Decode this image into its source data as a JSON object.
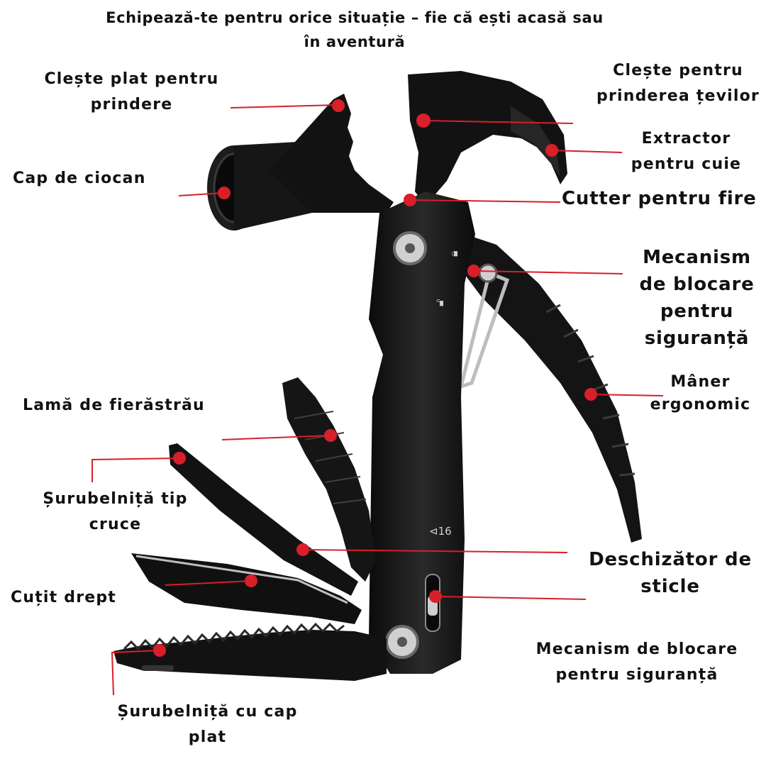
{
  "headline": {
    "line1": "Echipează-te pentru orice situație – fie că ești acasă sau",
    "line2": "în aventură"
  },
  "labels": {
    "flat_pliers": [
      "Clește plat pentru",
      "prindere"
    ],
    "pipe_pliers": [
      "Clește pentru",
      "prinderea țevilor"
    ],
    "nail_extractor": [
      "Extractor",
      "pentru cuie"
    ],
    "hammer_head": [
      "Cap de ciocan"
    ],
    "wire_cutter": [
      "Cutter pentru fire"
    ],
    "lock_top": [
      "Mecanism",
      "de blocare",
      "pentru",
      "siguranță"
    ],
    "handle": [
      "Mâner",
      "ergonomic"
    ],
    "saw_blade": [
      "Lamă de fierăstrău"
    ],
    "phillips_driver": [
      "Șurubelniță tip",
      "cruce"
    ],
    "bottle_opener": [
      "Deschizător de",
      "sticle"
    ],
    "straight_knife": [
      "Cuțit drept"
    ],
    "lock_bottom": [
      "Mecanism de blocare",
      "pentru siguranță"
    ],
    "flat_driver": [
      "Șurubelniță cu cap",
      "plat"
    ]
  },
  "engravings": {
    "lock_closed": "🔒︎",
    "lock_open": "🔓︎",
    "size_mark": "⊲16"
  },
  "colors": {
    "accent_red": "#d81f2a",
    "tool_black": "#141414",
    "tool_gray": "#2c2c2c",
    "steel": "#c9c9c9"
  }
}
